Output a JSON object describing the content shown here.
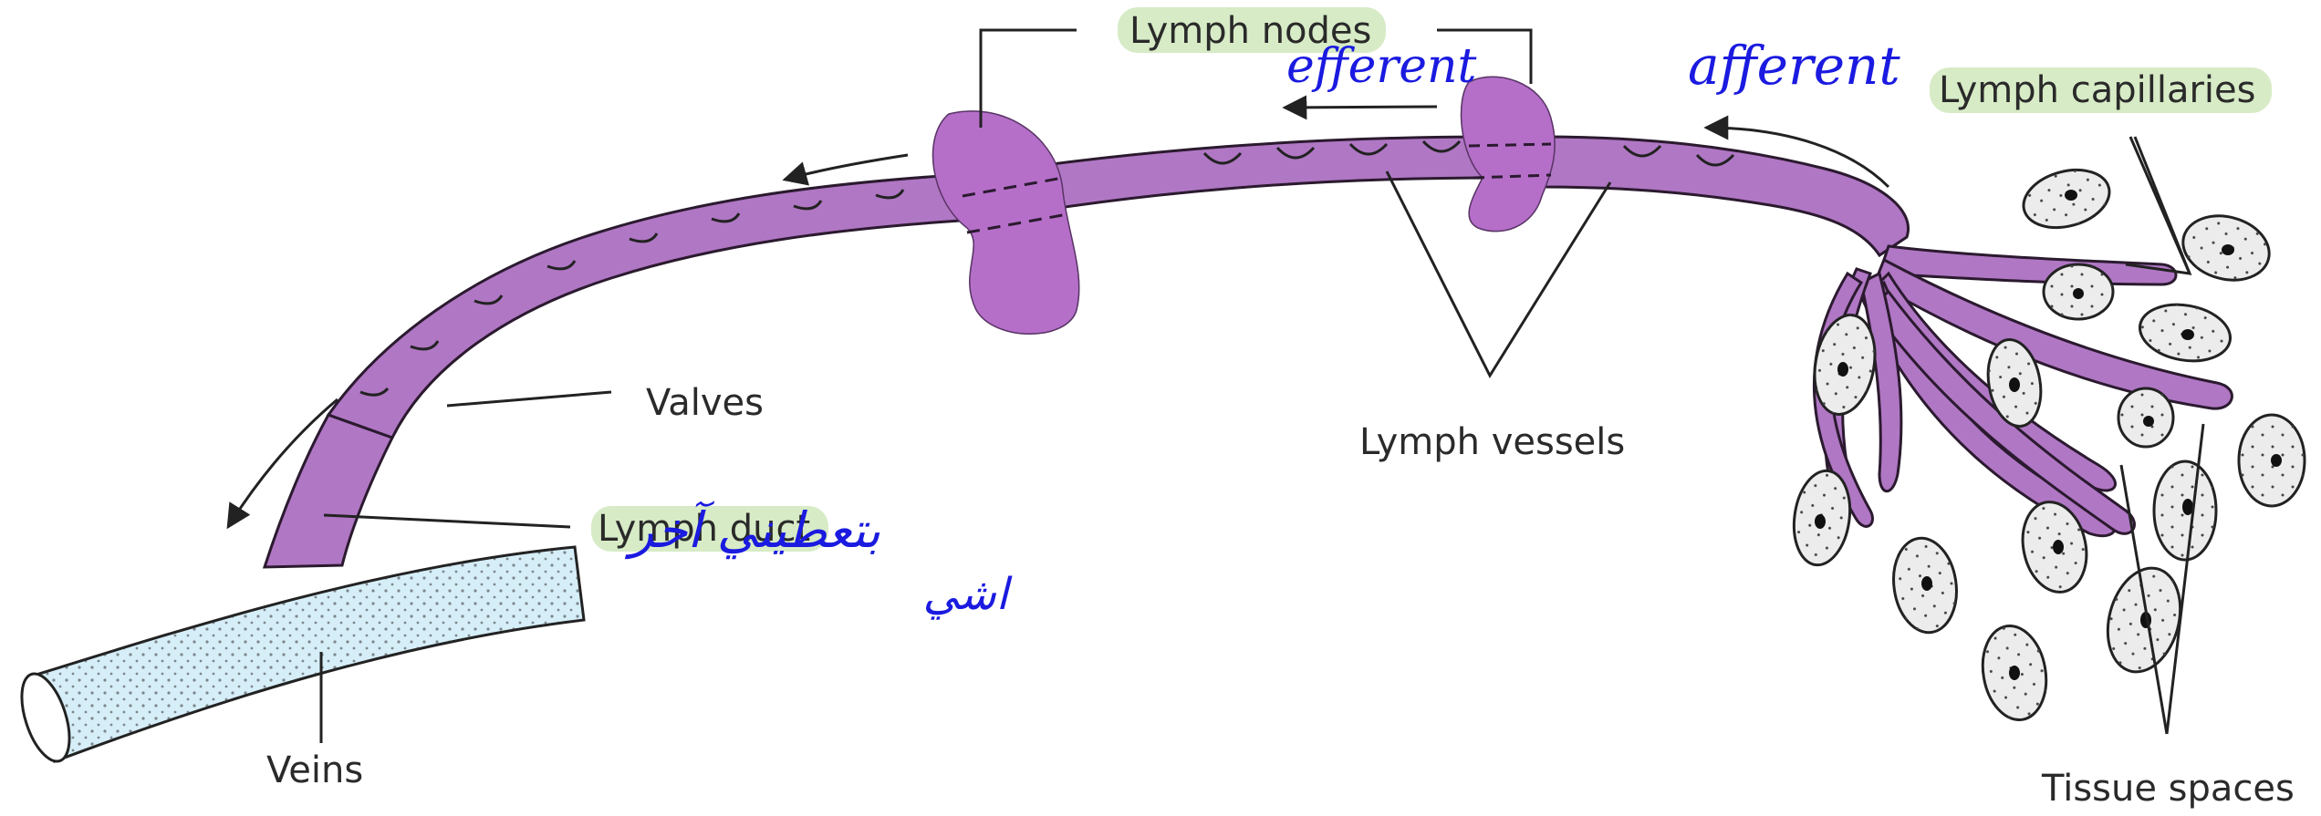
{
  "labels": {
    "lymph_nodes": "Lymph nodes",
    "lymph_capillaries": "Lymph capillaries",
    "valves": "Valves",
    "lymph_vessels": "Lymph vessels",
    "lymph_duct": "Lymph duct",
    "veins": "Veins",
    "tissue_spaces": "Tissue spaces"
  },
  "annotations": {
    "efferent": "efferent",
    "afferent": "afferent",
    "arabic_line1": "بتعطيني آخر",
    "arabic_line2": "اشي"
  },
  "colors": {
    "vessel": "#b077c4",
    "highlight": "#d7ebc6",
    "vein": "#d6eef8",
    "handwriting": "#1a1ae0"
  }
}
